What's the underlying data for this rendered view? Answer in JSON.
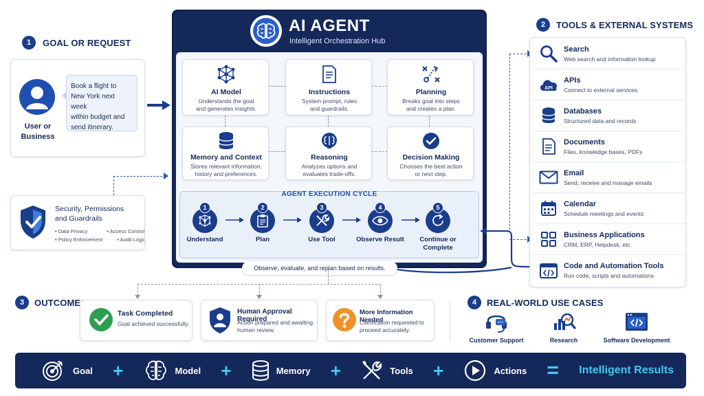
{
  "goal": {
    "number": "1",
    "title": "GOAL OR REQUEST",
    "user_label_1": "User or",
    "user_label_2": "Business",
    "request_lines": [
      "Book a flight to",
      "New York next week",
      "within budget and",
      "send itinerary."
    ]
  },
  "security": {
    "title_1": "Security, Permissions",
    "title_2": "and Guardrails",
    "items": [
      "Data Privacy",
      "Access Control",
      "Policy Enforcement",
      "Audit Logs"
    ]
  },
  "hub": {
    "title": "AI AGENT",
    "subtitle": "Intelligent Orchestration Hub",
    "modules": [
      {
        "title": "AI Model",
        "desc_1": "Understands the goal",
        "desc_2": "and generates insights.",
        "icon": "neural-network-icon"
      },
      {
        "title": "Instructions",
        "desc_1": "System prompt, rules",
        "desc_2": "and guardrails.",
        "icon": "document-icon"
      },
      {
        "title": "Planning",
        "desc_1": "Breaks goal into steps",
        "desc_2": "and creates a plan.",
        "icon": "strategy-icon"
      },
      {
        "title": "Memory and Context",
        "desc_1": "Stores relevant information,",
        "desc_2": "history and preferences.",
        "icon": "database-icon"
      },
      {
        "title": "Reasoning",
        "desc_1": "Analyzes options and",
        "desc_2": "evaluates trade-offs.",
        "icon": "brain-icon"
      },
      {
        "title": "Decision Making",
        "desc_1": "Chooses the best action",
        "desc_2": "or next step.",
        "icon": "check-circle-icon"
      }
    ],
    "cycle_title": "AGENT EXECUTION CYCLE",
    "cycle_steps": [
      {
        "num": "1",
        "label_1": "Understand",
        "label_2": ""
      },
      {
        "num": "2",
        "label_1": "Plan",
        "label_2": ""
      },
      {
        "num": "3",
        "label_1": "Use Tool",
        "label_2": ""
      },
      {
        "num": "4",
        "label_1": "Observe Result",
        "label_2": ""
      },
      {
        "num": "5",
        "label_1": "Continue or",
        "label_2": "Complete"
      }
    ],
    "feedback": "Observe, evaluate, and replan based on results."
  },
  "tools": {
    "number": "2",
    "title": "TOOLS & EXTERNAL SYSTEMS",
    "items": [
      {
        "name": "Search",
        "desc": "Web search and information lookup",
        "icon": "search-icon"
      },
      {
        "name": "APIs",
        "desc": "Connect to external services",
        "icon": "api-cloud-icon"
      },
      {
        "name": "Databases",
        "desc": "Structured data and records",
        "icon": "database-icon"
      },
      {
        "name": "Documents",
        "desc": "Files, knowledge bases, PDFs",
        "icon": "document-icon"
      },
      {
        "name": "Email",
        "desc": "Send, receive and manage emails",
        "icon": "envelope-icon"
      },
      {
        "name": "Calendar",
        "desc": "Schedule meetings and events",
        "icon": "calendar-icon"
      },
      {
        "name": "Business Applications",
        "desc": "CRM, ERP, Helpdesk, etc.",
        "icon": "apps-grid-icon"
      },
      {
        "name": "Code and Automation Tools",
        "desc": "Run code, scripts and automations",
        "icon": "code-window-icon"
      }
    ]
  },
  "outcomes": {
    "number": "3",
    "title": "OUTCOMES",
    "items": [
      {
        "title": "Task Completed",
        "desc_1": "Goal achieved successfully.",
        "desc_2": "",
        "color": "#2e9e4f"
      },
      {
        "title": "Human Approval Required",
        "desc_1": "Action prepared and awaiting",
        "desc_2": "human review.",
        "color": "#1a3d8c"
      },
      {
        "title": "More Information Needed",
        "desc_1": "Clarification requested to",
        "desc_2": "proceed accurately.",
        "color": "#f0922a"
      }
    ]
  },
  "use_cases": {
    "number": "4",
    "title": "REAL-WORLD USE CASES",
    "items": [
      "Customer Support",
      "Research",
      "Software Development"
    ]
  },
  "formula": {
    "items": [
      "Goal",
      "Model",
      "Memory",
      "Tools",
      "Actions"
    ],
    "result": "Intelligent Results",
    "accent": "#46c8f0"
  }
}
